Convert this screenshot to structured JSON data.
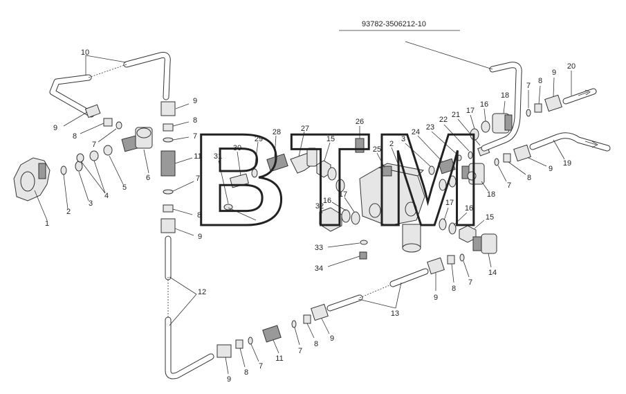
{
  "drawing": {
    "code": "93782-3506212-10",
    "watermark": "BTM"
  },
  "labels": {
    "l10": "10",
    "l9a": "9",
    "l9b": "9",
    "l8a": "8",
    "l8b": "8",
    "l7a": "7",
    "l7b": "7",
    "l11": "11",
    "l7c": "7",
    "l8c": "8",
    "l9c": "9",
    "l12": "12",
    "l1": "1",
    "l2": "2",
    "l3": "3",
    "l4": "4",
    "l5": "5",
    "l6": "6",
    "l31": "31",
    "l30": "30",
    "l29": "29",
    "l28": "28",
    "l27": "27",
    "l15a": "15",
    "l26": "26",
    "l25": "25",
    "l2b": "2",
    "l3b": "3",
    "l24": "24",
    "l23": "23",
    "l32": "32",
    "l16a": "16",
    "l17a": "17",
    "l33": "33",
    "l34": "34",
    "l22": "22",
    "l21": "21",
    "l17b": "17",
    "l16b": "16",
    "l18a": "18",
    "l7d": "7",
    "l8d": "8",
    "l9d": "9",
    "l20": "20",
    "l19": "19",
    "l9e": "9",
    "l8e": "8",
    "l7e": "7",
    "l18b": "18",
    "l17c": "17",
    "l16c": "16",
    "l15b": "15",
    "l14": "14",
    "l9f": "9",
    "l8f": "8",
    "l7f": "7",
    "l13": "13",
    "l9g": "9",
    "l8g": "8",
    "l7g": "7",
    "l11b": "11",
    "l7h": "7",
    "l8h": "8",
    "l9h": "9"
  }
}
